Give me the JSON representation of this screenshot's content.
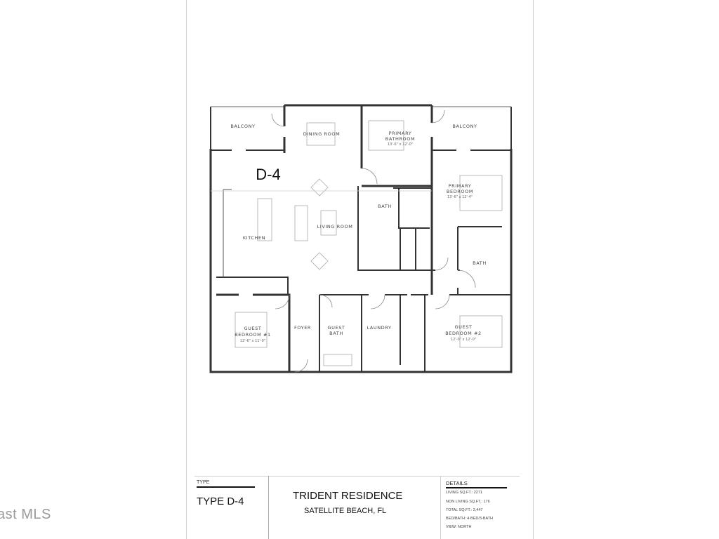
{
  "plan": {
    "unit_type": "D-4",
    "rooms": {
      "balcony_left": "BALCONY",
      "dining_room": "DINING ROOM",
      "primary_bathroom": "PRIMARY",
      "primary_bathroom_2": "BATHROOM",
      "primary_bathroom_dim": "13'-6\" x 12'-0\"",
      "balcony_right": "BALCONY",
      "primary_bedroom": "PRIMARY",
      "primary_bedroom_2": "BEDROOM",
      "primary_bedroom_dim": "13'-6\" x 12'-4\"",
      "bath_center": "BATH",
      "kitchen": "KITCHEN",
      "living_room": "LIVING ROOM",
      "bath_right": "BATH",
      "guest_bedroom_1": "GUEST",
      "guest_bedroom_1_2": "BEDROOM #1",
      "guest_bedroom_1_dim": "12'-6\" x 11'-0\"",
      "foyer": "FOYER",
      "guest_bath": "GUEST",
      "guest_bath_2": "BATH",
      "laundry": "LAUNDRY",
      "guest_bedroom_2": "GUEST",
      "guest_bedroom_2_2": "BEDROOM #2",
      "guest_bedroom_2_dim": "12'-0\" x 12'-0\""
    }
  },
  "title_block": {
    "type_label": "TYPE",
    "type_value": "TYPE D-4",
    "project": "TRIDENT RESIDENCE",
    "location": "SATELLITE BEACH, FL",
    "details_label": "DETAILS",
    "details": [
      "LIVING SQ.FT.: 2271",
      "NON LIVING SQ.FT.: 176",
      "TOTAL SQ.FT.: 2,447",
      "BED/BATH: 4-BED/3-BATH",
      "VIEW: NORTH"
    ]
  },
  "watermark": "ast MLS"
}
